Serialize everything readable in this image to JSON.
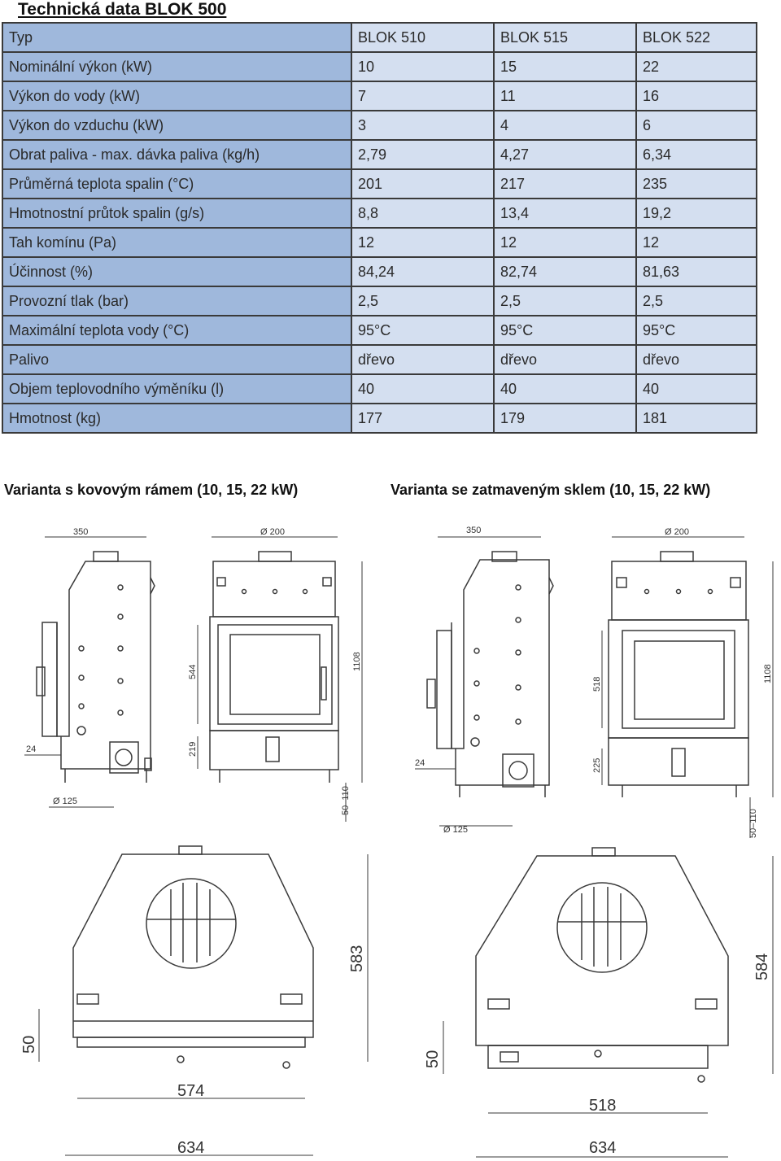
{
  "title": "Technická data BLOK 500",
  "table": {
    "header": [
      "Typ",
      "BLOK 510",
      "BLOK 515",
      "BLOK 522"
    ],
    "rows": [
      [
        "Nominální výkon (kW)",
        "10",
        "15",
        "22"
      ],
      [
        "Výkon do vody (kW)",
        "7",
        "11",
        "16"
      ],
      [
        "Výkon do vzduchu (kW)",
        "3",
        "4",
        "6"
      ],
      [
        "Obrat paliva - max. dávka paliva (kg/h)",
        "2,79",
        "4,27",
        "6,34"
      ],
      [
        "Průměrná teplota spalin (°C)",
        "201",
        "217",
        "235"
      ],
      [
        "Hmotnostní průtok spalin (g/s)",
        "8,8",
        "13,4",
        "19,2"
      ],
      [
        "Tah komínu (Pa)",
        "12",
        "12",
        "12"
      ],
      [
        "Účinnost (%)",
        "84,24",
        "82,74",
        "81,63"
      ],
      [
        "Provozní tlak (bar)",
        "2,5",
        "2,5",
        "2,5"
      ],
      [
        "Maximální teplota vody (°C)",
        "95°C",
        "95°C",
        "95°C"
      ],
      [
        "Palivo",
        "dřevo",
        "dřevo",
        "dřevo"
      ],
      [
        "Objem teplovodního výměníku (l)",
        "40",
        "40",
        "40"
      ],
      [
        "Hmotnost (kg)",
        "177",
        "179",
        "181"
      ]
    ]
  },
  "captions": {
    "left": "Varianta s kovovým rámem (10, 15, 22 kW)",
    "right": "Varianta se zatmaveným sklem (10, 15, 22 kW)"
  },
  "dims_left": {
    "d350": "350",
    "d200": "Ø 200",
    "d544": "544",
    "d1108": "1108",
    "d24": "24",
    "d219": "219",
    "d125": "Ø 125",
    "d50_110": "50–110",
    "d583": "583",
    "d50": "50",
    "d574": "574",
    "d634": "634"
  },
  "dims_right": {
    "d350": "350",
    "d200": "Ø 200",
    "d518a": "518",
    "d1108": "1108",
    "d24": "24",
    "d225": "225",
    "d125": "Ø 125",
    "d50_110": "50–110",
    "d584": "584",
    "d50": "50",
    "d518": "518",
    "d634": "634"
  }
}
